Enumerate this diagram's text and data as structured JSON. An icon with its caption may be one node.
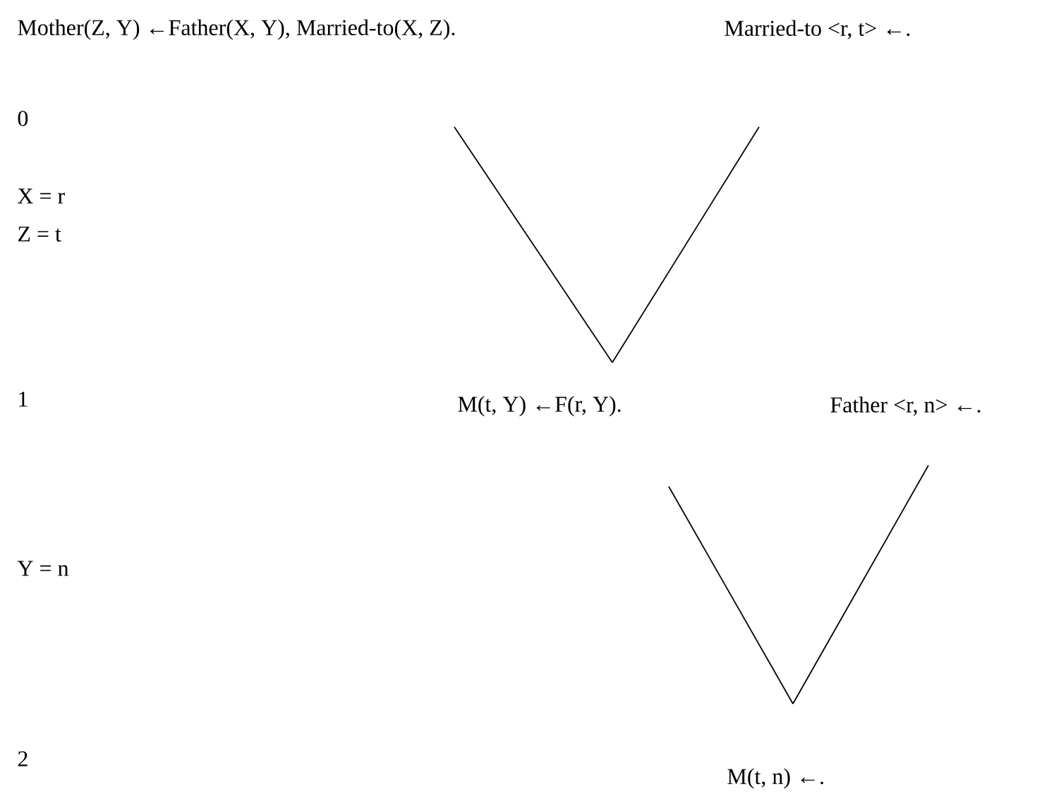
{
  "diagram": {
    "nodes": [
      {
        "text": [
          "Mother(Z, Y) ←Father(X, Y), Married-to(X, Z)."
        ]
      },
      {
        "text": [
          "Married-to <r, t> ←."
        ]
      },
      {
        "text": [
          "M(t, Y) ←F(r, Y)."
        ]
      },
      {
        "text": [
          "Father <r, n> ←."
        ]
      },
      {
        "text": [
          "M(t, n) ←."
        ]
      }
    ],
    "edges": [
      {
        "from": 0,
        "to": 2,
        "arrow": "none"
      },
      {
        "from": 1,
        "to": 2,
        "arrow": "none"
      },
      {
        "from": 2,
        "to": 4,
        "arrow": "none"
      },
      {
        "from": 3,
        "to": 4,
        "arrow": "none"
      }
    ],
    "labels": [
      "0",
      "X = r",
      "Z = t",
      "1",
      "Y = n",
      "2"
    ]
  }
}
